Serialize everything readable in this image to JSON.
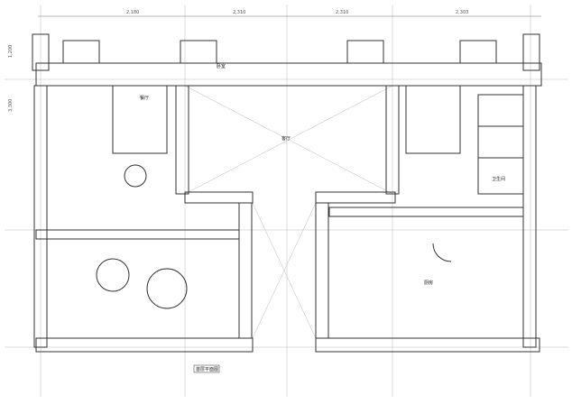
{
  "drawing": {
    "top_dimensions": [
      "2,180",
      "2,310",
      "2,310",
      "2,303"
    ],
    "left_dimensions": [
      "1,200",
      "3,300"
    ],
    "room_labels": [
      "客厅",
      "卧室",
      "餐厅",
      "厨房",
      "卫生间"
    ],
    "bottom_label": "首层平面图",
    "colors": {
      "line": "#333333",
      "grid": "#9a9a9a",
      "background": "#ffffff"
    }
  }
}
